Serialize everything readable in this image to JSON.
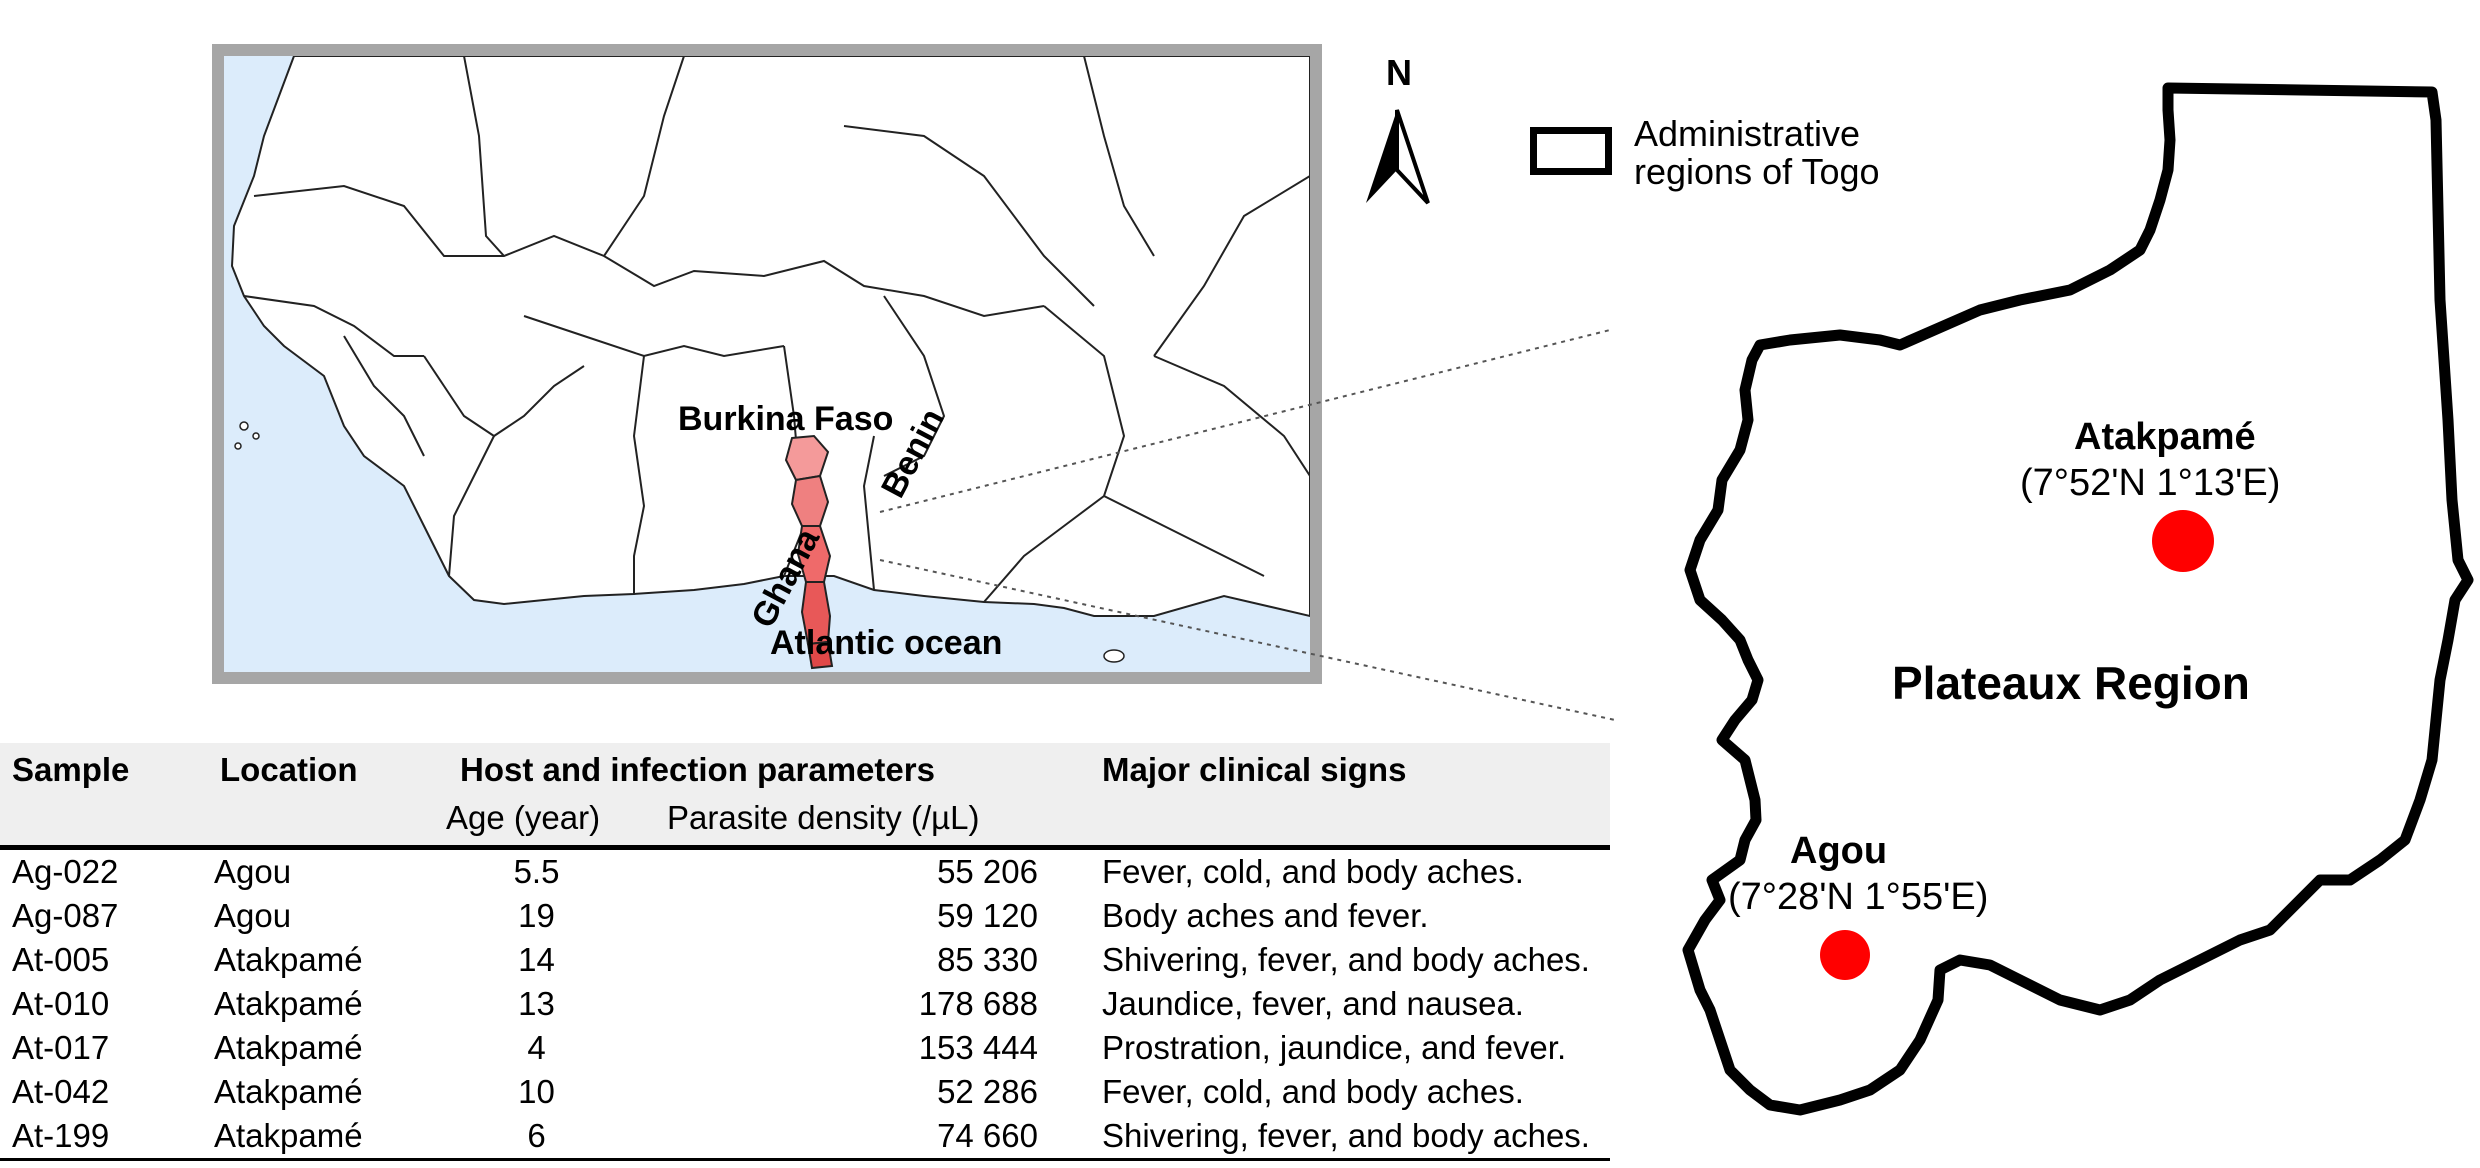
{
  "inset_map": {
    "labels": {
      "burkina_faso": "Burkina Faso",
      "benin": "Benin",
      "ghana": "Ghana",
      "atlantic": "Atlantic ocean"
    },
    "colors": {
      "sea": "#dcecfb",
      "land": "#ffffff",
      "togo": "#ef6a6a",
      "frame": "#a6a6a6"
    }
  },
  "north_arrow": {
    "label": "N"
  },
  "legend": {
    "line1": "Administrative",
    "line2": "regions of Togo"
  },
  "region_map": {
    "region_name": "Plateaux Region",
    "cities": [
      {
        "name": "Atakpamé",
        "coord": "(7°52'N 1°13'E)"
      },
      {
        "name": "Agou",
        "coord": "(7°28'N 1°55'E)"
      }
    ],
    "marker_color": "#ff0000"
  },
  "table": {
    "headers": {
      "sample": "Sample",
      "location": "Location",
      "host": "Host and infection parameters",
      "age": "Age (year)",
      "density": "Parasite density (/µL)",
      "signs": "Major clinical signs"
    },
    "rows": [
      {
        "sample": "Ag-022",
        "location": "Agou",
        "age": "5.5",
        "density": "55 206",
        "signs": "Fever, cold, and body aches."
      },
      {
        "sample": "Ag-087",
        "location": "Agou",
        "age": "19",
        "density": "59 120",
        "signs": "Body aches and fever."
      },
      {
        "sample": "At-005",
        "location": "Atakpamé",
        "age": "14",
        "density": "85 330",
        "signs": "Shivering, fever, and body aches."
      },
      {
        "sample": "At-010",
        "location": "Atakpamé",
        "age": "13",
        "density": "178 688",
        "signs": "Jaundice, fever, and nausea."
      },
      {
        "sample": "At-017",
        "location": "Atakpamé",
        "age": "4",
        "density": "153 444",
        "signs": "Prostration, jaundice, and fever."
      },
      {
        "sample": "At-042",
        "location": "Atakpamé",
        "age": "10",
        "density": "52 286",
        "signs": "Fever, cold, and body aches."
      },
      {
        "sample": "At-199",
        "location": "Atakpamé",
        "age": "6",
        "density": "74 660",
        "signs": "Shivering, fever, and body aches."
      }
    ]
  }
}
